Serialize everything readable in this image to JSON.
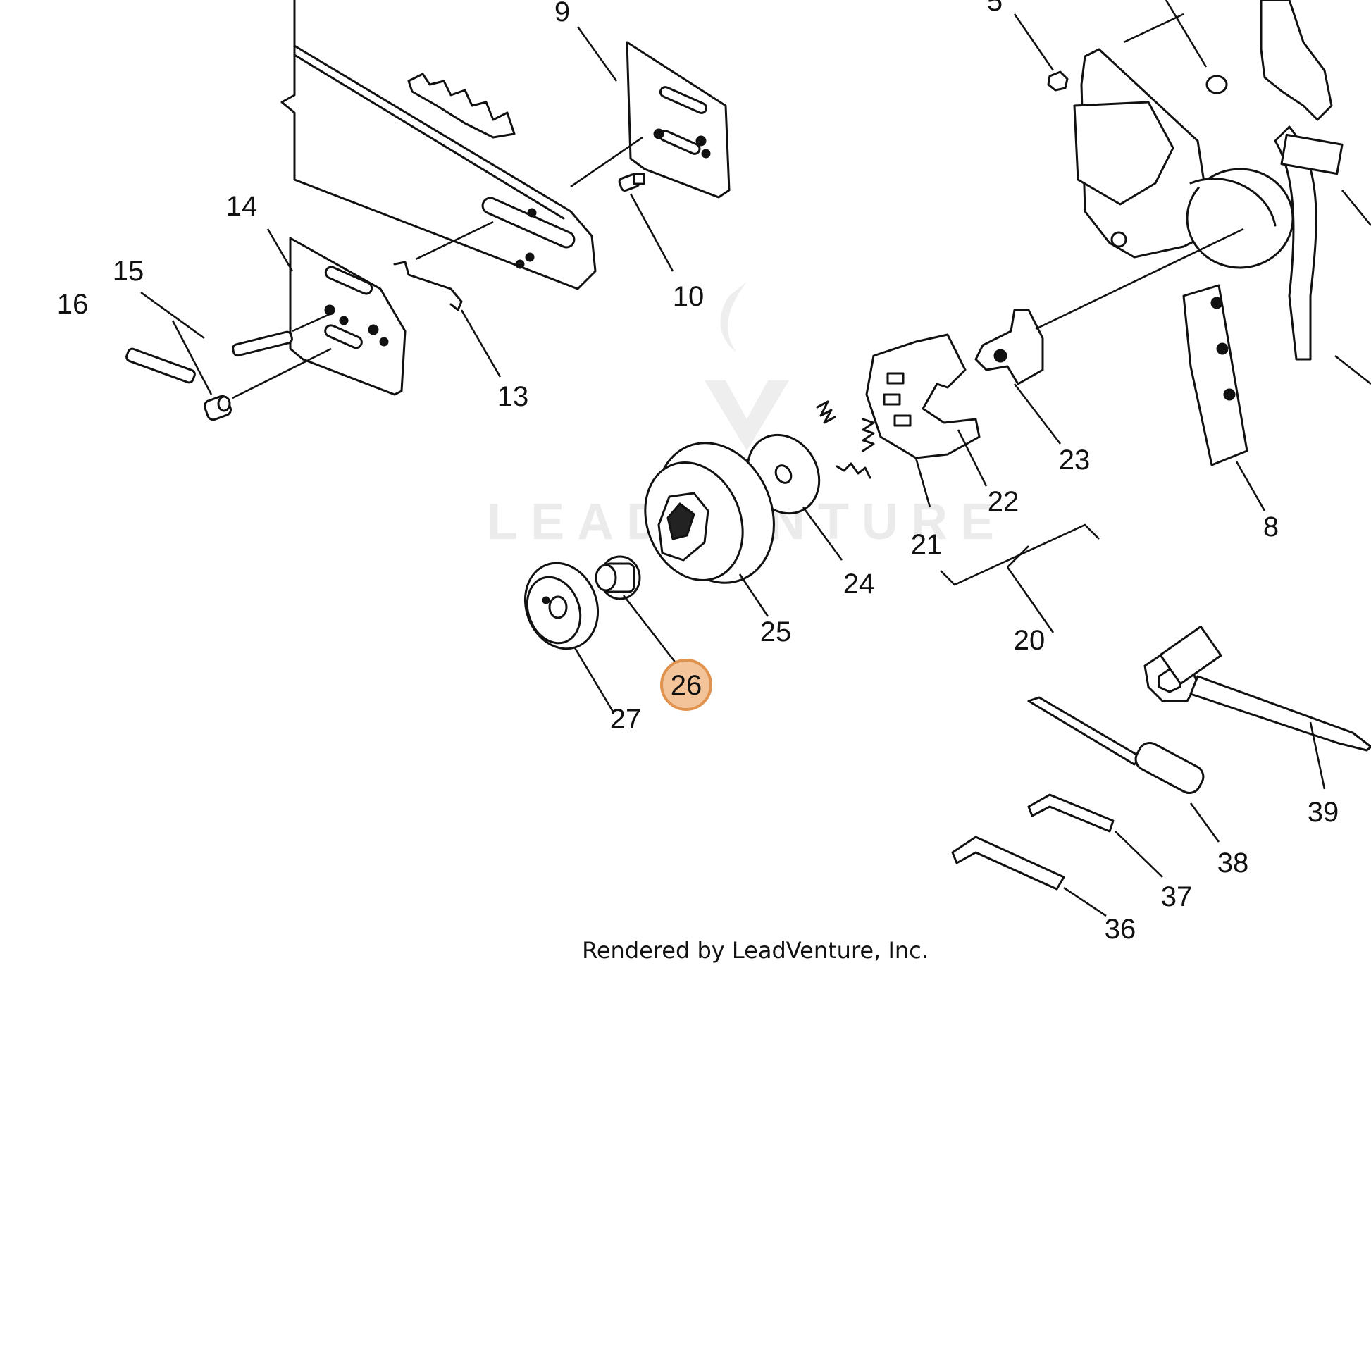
{
  "watermark": {
    "text": "LEADVENTURE"
  },
  "footer": {
    "text": "Rendered by LeadVenture, Inc."
  },
  "highlight": {
    "label": "26",
    "fill": "#f3c499",
    "stroke": "#e0924f"
  },
  "callouts": {
    "c9": "9",
    "c5": "5",
    "c14": "14",
    "c15": "15",
    "c16": "16",
    "c10": "10",
    "c13": "13",
    "c23": "23",
    "c22": "22",
    "c21": "21",
    "c24": "24",
    "c25": "25",
    "c8": "8",
    "c20": "20",
    "c27": "27",
    "c39": "39",
    "c38": "38",
    "c37": "37",
    "c36": "36"
  }
}
